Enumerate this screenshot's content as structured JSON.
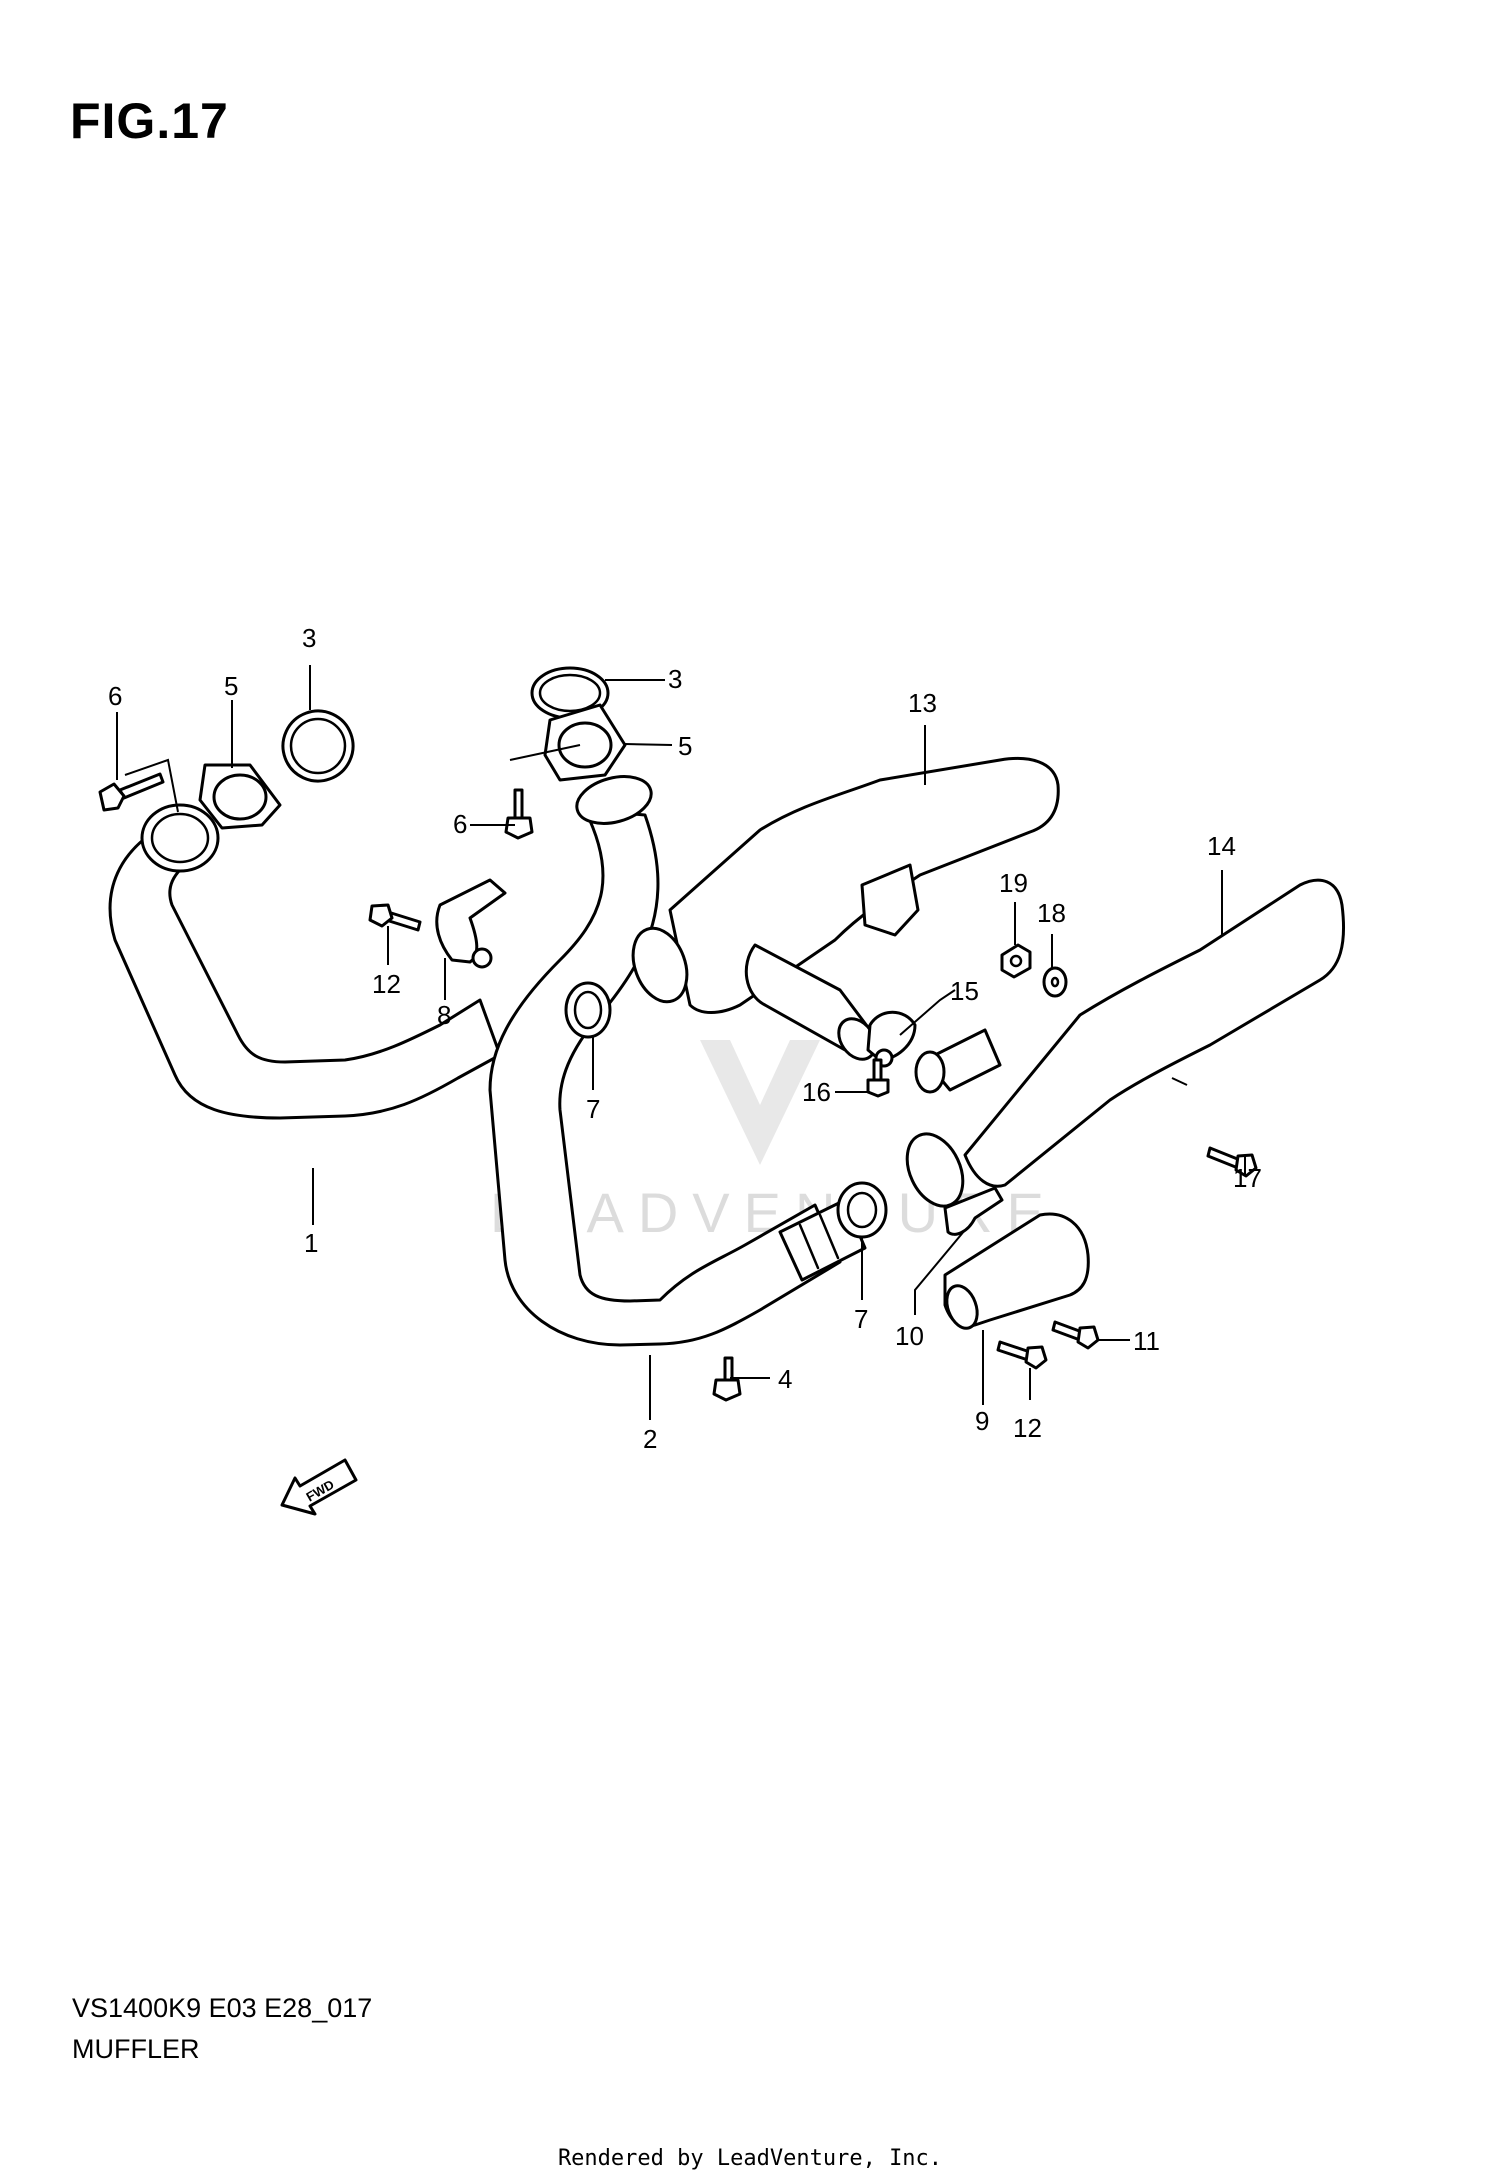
{
  "figure": {
    "title": "FIG.17",
    "model_code": "VS1400K9 E03 E28_017",
    "section_name": "MUFFLER",
    "rendered_by": "Rendered by LeadVenture, Inc.",
    "watermark": "LEADVENTURE",
    "fwd_label": "FWD"
  },
  "callouts": {
    "c1": "1",
    "c2": "2",
    "c3a": "3",
    "c3b": "3",
    "c4": "4",
    "c5a": "5",
    "c5b": "5",
    "c6a": "6",
    "c6b": "6",
    "c7a": "7",
    "c7b": "7",
    "c8": "8",
    "c9": "9",
    "c10": "10",
    "c11": "11",
    "c12a": "12",
    "c12b": "12",
    "c13": "13",
    "c14": "14",
    "c15": "15",
    "c16": "16",
    "c17": "17",
    "c18": "18",
    "c19": "19"
  }
}
